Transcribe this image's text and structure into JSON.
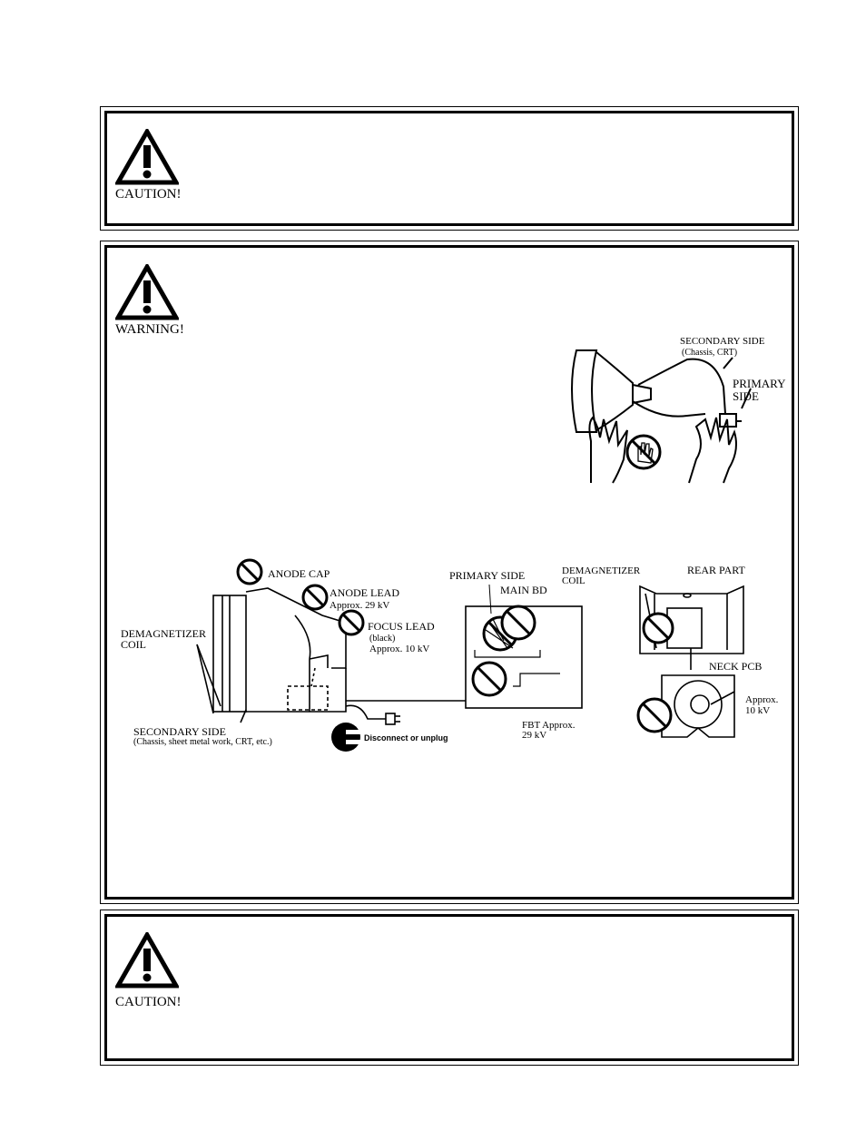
{
  "caution_top": {
    "label": "CAUTION!"
  },
  "warning": {
    "label": "WARNING!",
    "figure1": {
      "secondary_side": "SECONDARY SIDE",
      "secondary_side_sub": "(Chassis, CRT)",
      "primary_side_1": "PRIMARY",
      "primary_side_2": "SIDE"
    },
    "figure2": {
      "anode_cap": "ANODE CAP",
      "anode_lead": "ANODE LEAD",
      "anode_lead_v": "Approx. 29 kV",
      "focus_lead": "FOCUS LEAD",
      "focus_lead_sub": "(black)",
      "focus_lead_v": "Approx. 10 kV",
      "demag_1": "DEMAGNETIZER",
      "demag_2": "COIL",
      "secondary_side": "SECONDARY SIDE",
      "secondary_side_sub": "(Chassis, sheet metal work, CRT, etc.)",
      "disconnect": "Disconnect or unplug",
      "primary_side": "PRIMARY SIDE",
      "main_bd": "MAIN BD",
      "fbt_1": "FBT  Approx.",
      "fbt_2": "29 kV",
      "demag_r1": "DEMAGNETIZER",
      "demag_r2": "COIL",
      "rear_part": "REAR PART",
      "neck_pcb": "NECK PCB",
      "approx": "Approx.",
      "approx_v": "10 kV"
    }
  },
  "caution_bottom": {
    "label": "CAUTION!"
  }
}
